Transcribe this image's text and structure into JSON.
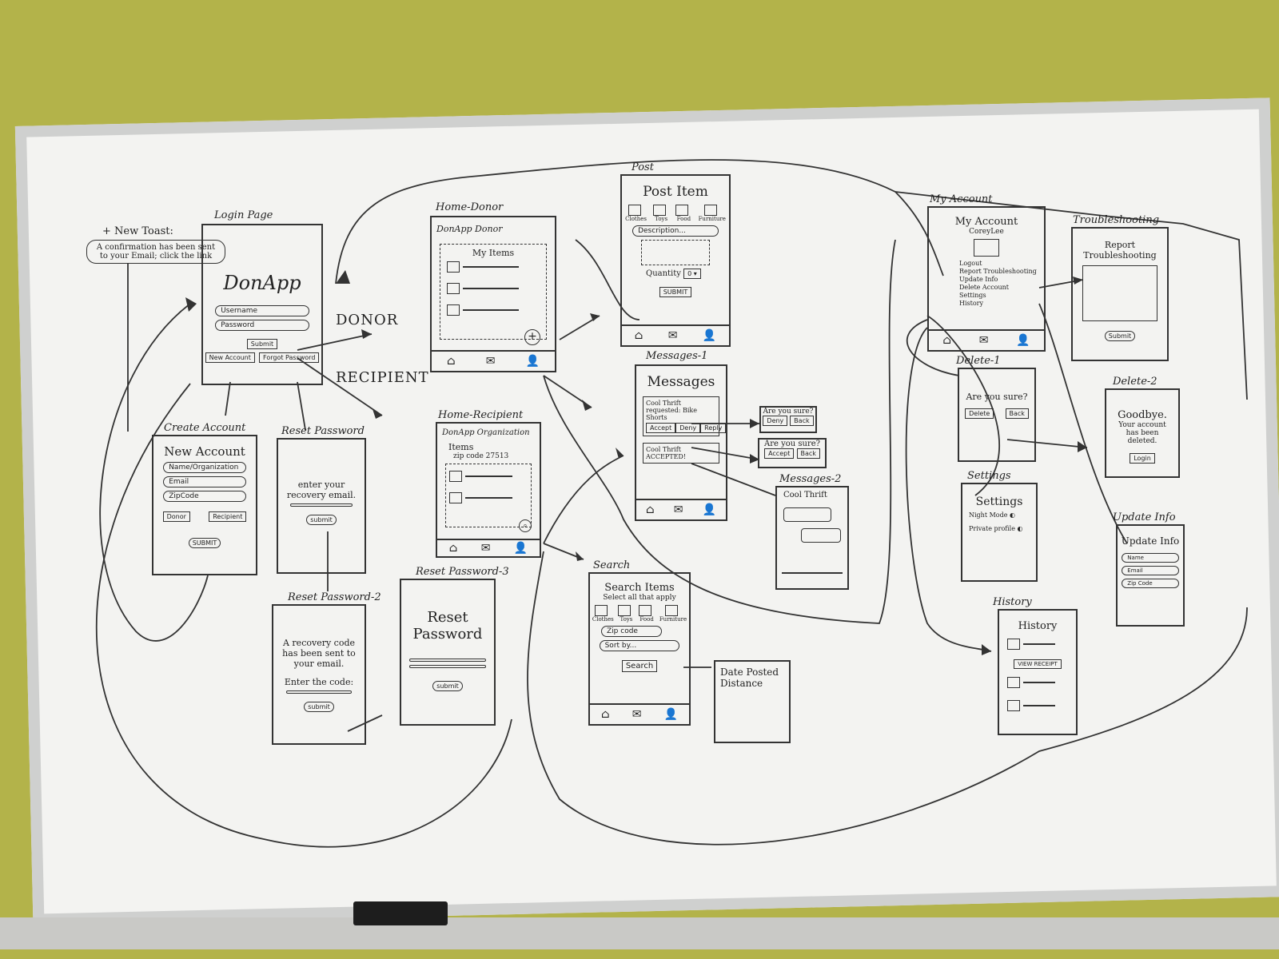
{
  "toast": {
    "title": "+ New Toast:",
    "text": "A confirmation has been sent to your Email; click the link"
  },
  "labels": {
    "donor": "DONOR",
    "recipient": "RECIPIENT"
  },
  "screens": {
    "login": {
      "title": "Login Page",
      "logo": "DonApp",
      "username": "Username",
      "password": "Password",
      "submit": "Submit",
      "new_account": "New Account",
      "forgot_password": "Forgot Password"
    },
    "create_account": {
      "title": "Create Account",
      "heading": "New Account",
      "fields": [
        "Name/Organization",
        "Email",
        "ZipCode"
      ],
      "donor": "Donor",
      "recipient": "Recipient",
      "submit": "SUBMIT"
    },
    "reset_password_1": {
      "title": "Reset Password",
      "text": "enter your recovery email.",
      "submit": "submit"
    },
    "reset_password_2": {
      "title": "Reset Password-2",
      "text": "A recovery code has been sent to your email.",
      "prompt": "Enter the code:",
      "submit": "submit"
    },
    "reset_password_3": {
      "title": "Reset Password-3",
      "heading": "Reset Password",
      "submit": "submit"
    },
    "home_donor": {
      "title": "Home-Donor",
      "header": "DonApp Donor",
      "section": "My Items"
    },
    "home_recipient": {
      "title": "Home-Recipient",
      "header": "DonApp Organization",
      "section": "Items",
      "sub": "zip code 27513"
    },
    "post": {
      "title": "Post",
      "heading": "Post Item",
      "categories": [
        "Clothes",
        "Toys",
        "Food",
        "Furniture"
      ],
      "description": "Description...",
      "quantity": "Quantity",
      "submit": "SUBMIT"
    },
    "messages_1": {
      "title": "Messages-1",
      "heading": "Messages",
      "message": "Cool Thrift requested: Bike Shorts",
      "accepted": "Cool Thrift ACCEPTED!",
      "actions": [
        "Accept",
        "Deny",
        "Reply"
      ]
    },
    "are_you_sure_1": {
      "text": "Are you sure?",
      "buttons": [
        "Deny",
        "Back"
      ]
    },
    "are_you_sure_2": {
      "text": "Are you sure?",
      "buttons": [
        "Accept",
        "Back"
      ]
    },
    "messages_2": {
      "title": "Messages-2",
      "header": "Cool Thrift"
    },
    "search": {
      "title": "Search",
      "heading": "Search Items",
      "sub": "Select all that apply",
      "categories": [
        "Clothes",
        "Toys",
        "Food",
        "Furniture"
      ],
      "zip": "Zip code",
      "sort": "Sort by...",
      "button": "Search",
      "sort_options": "Date Posted Distance"
    },
    "my_account": {
      "title": "My Account",
      "heading": "My Account",
      "sub": "CoreyLee",
      "menu": [
        "Logout",
        "Report Troubleshooting",
        "Update Info",
        "Delete Account",
        "Settings",
        "History"
      ]
    },
    "troubleshooting": {
      "title": "Troubleshooting",
      "heading": "Report Troubleshooting",
      "submit": "Submit"
    },
    "delete_1": {
      "title": "Delete-1",
      "text": "Are you sure?",
      "buttons": [
        "Delete",
        "Back"
      ]
    },
    "delete_2": {
      "title": "Delete-2",
      "heading": "Goodbye.",
      "text": "Your account has been deleted.",
      "login": "Login"
    },
    "settings": {
      "title": "Settings",
      "heading": "Settings",
      "night_mode": "Night Mode",
      "private_profile": "Private profile"
    },
    "update_info": {
      "title": "Update Info",
      "heading": "Update Info",
      "fields": [
        "Name",
        "Email",
        "Zip Code"
      ]
    },
    "history": {
      "title": "History",
      "heading": "History",
      "button": "VIEW RECEIPT"
    }
  }
}
